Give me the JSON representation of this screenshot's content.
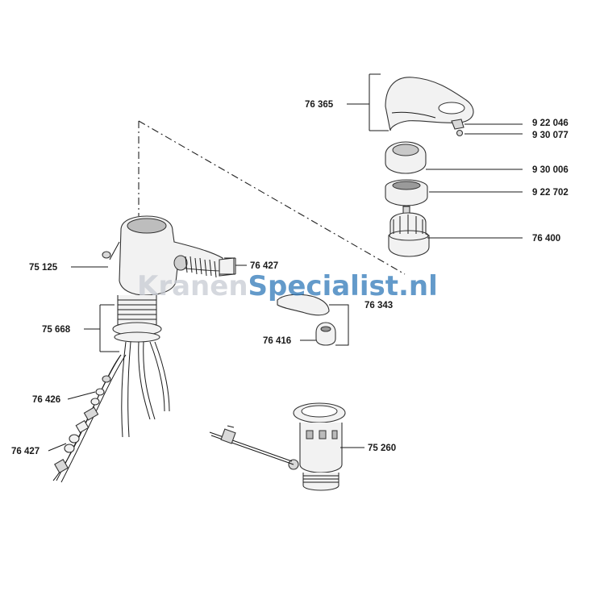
{
  "watermark": {
    "brand_left": "Kranen",
    "brand_right": "Specialist",
    "suffix": ".nl",
    "color_left": "#c8ccd4",
    "color_right": "#2f79b9"
  },
  "parts": {
    "p76365": "76 365",
    "p922046": "9 22 046",
    "p930077": "9 30 077",
    "p930006": "9 30 006",
    "p922702": "9 22 702",
    "p76400": "76 400",
    "p75125": "75 125",
    "p76427a": "76 427",
    "p76343": "76 343",
    "p75668": "75 668",
    "p76416": "76 416",
    "p76426": "76 426",
    "p76427b": "76 427",
    "p75260": "75 260"
  }
}
